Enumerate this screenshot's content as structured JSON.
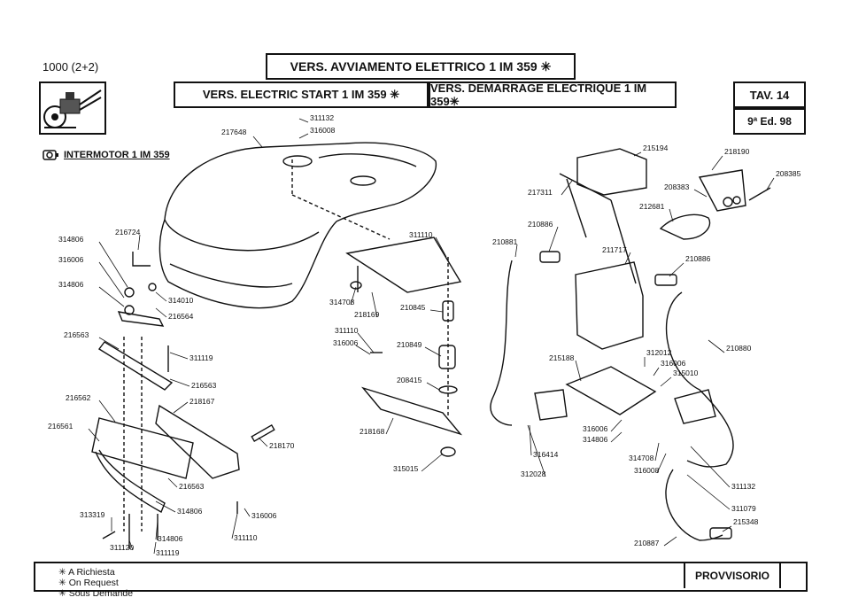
{
  "header": {
    "model": "1000 (2+2)",
    "title_it": "VERS. AVVIAMENTO ELETTRICO 1 IM 359 ✳",
    "title_en": "VERS. ELECTRIC START 1 IM  359 ✳",
    "title_fr": "VERS. DEMARRAGE ELECTRIQUE 1 IM 359✳",
    "table": "TAV. 14",
    "edition": "9ª Ed. 98"
  },
  "engine_label": "INTERMOTOR 1 IM 359",
  "parts": [
    {
      "code": "217648"
    },
    {
      "code": "311132"
    },
    {
      "code": "316008"
    },
    {
      "code": "216724"
    },
    {
      "code": "314806"
    },
    {
      "code": "316006"
    },
    {
      "code": "314806"
    },
    {
      "code": "314010"
    },
    {
      "code": "216564"
    },
    {
      "code": "216563"
    },
    {
      "code": "311119"
    },
    {
      "code": "216563"
    },
    {
      "code": "216562"
    },
    {
      "code": "218167"
    },
    {
      "code": "216561"
    },
    {
      "code": "218170"
    },
    {
      "code": "216563"
    },
    {
      "code": "313319"
    },
    {
      "code": "311120"
    },
    {
      "code": "311119"
    },
    {
      "code": "314806"
    },
    {
      "code": "314806"
    },
    {
      "code": "316006"
    },
    {
      "code": "311110"
    },
    {
      "code": "311110"
    },
    {
      "code": "314708"
    },
    {
      "code": "218169"
    },
    {
      "code": "210845"
    },
    {
      "code": "311110"
    },
    {
      "code": "316006"
    },
    {
      "code": "210849"
    },
    {
      "code": "208415"
    },
    {
      "code": "218168"
    },
    {
      "code": "315015"
    },
    {
      "code": "215194"
    },
    {
      "code": "217311"
    },
    {
      "code": "210886"
    },
    {
      "code": "210881"
    },
    {
      "code": "211717"
    },
    {
      "code": "218190"
    },
    {
      "code": "208383"
    },
    {
      "code": "208385"
    },
    {
      "code": "212681"
    },
    {
      "code": "210886"
    },
    {
      "code": "210880"
    },
    {
      "code": "215188"
    },
    {
      "code": "312012"
    },
    {
      "code": "316006"
    },
    {
      "code": "315010"
    },
    {
      "code": "316414"
    },
    {
      "code": "316006"
    },
    {
      "code": "314806"
    },
    {
      "code": "314708"
    },
    {
      "code": "316008"
    },
    {
      "code": "312028"
    },
    {
      "code": "311132"
    },
    {
      "code": "311079"
    },
    {
      "code": "215348"
    },
    {
      "code": "210887"
    }
  ],
  "footer": {
    "notes": [
      "✳ A Richiesta",
      "✳ On Request",
      "✳ Sous Demande"
    ],
    "status": "PROVVISORIO"
  }
}
